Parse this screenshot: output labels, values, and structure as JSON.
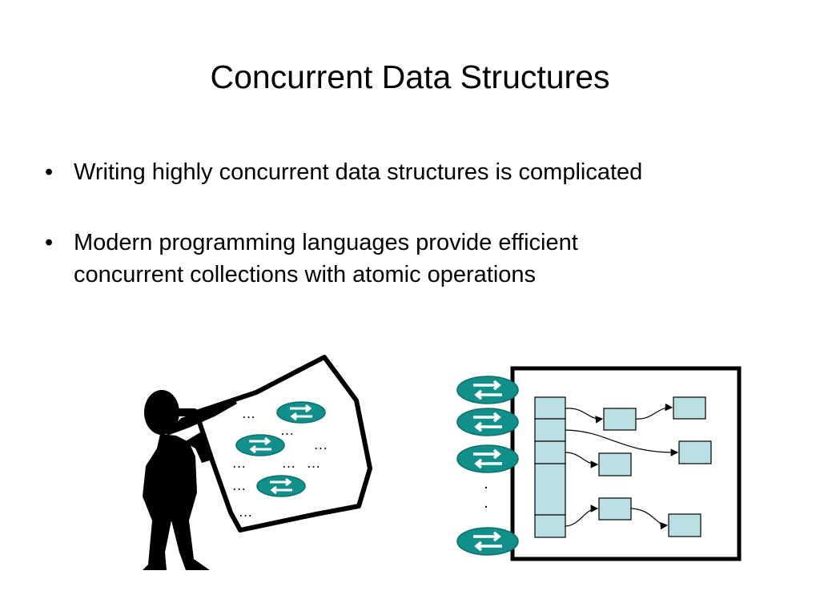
{
  "slide": {
    "title": "Concurrent Data Structures",
    "bullet_glyph": "•",
    "bullets": [
      {
        "lines": [
          "Writing highly concurrent data structures is complicated"
        ]
      },
      {
        "lines": [
          "Modern programming languages provide efficient",
          "concurrent collections with atomic operations"
        ]
      }
    ]
  },
  "figure": {
    "ellipsis": "…",
    "vertical_dot": ".",
    "colors": {
      "router": "#118f8a",
      "router_arrow": "#ffffff",
      "node_fill": "#b9dfe2",
      "outline": "#000000"
    },
    "icons": {
      "person": "person-icon",
      "router": "router-icon",
      "paper": "paper-icon"
    }
  }
}
